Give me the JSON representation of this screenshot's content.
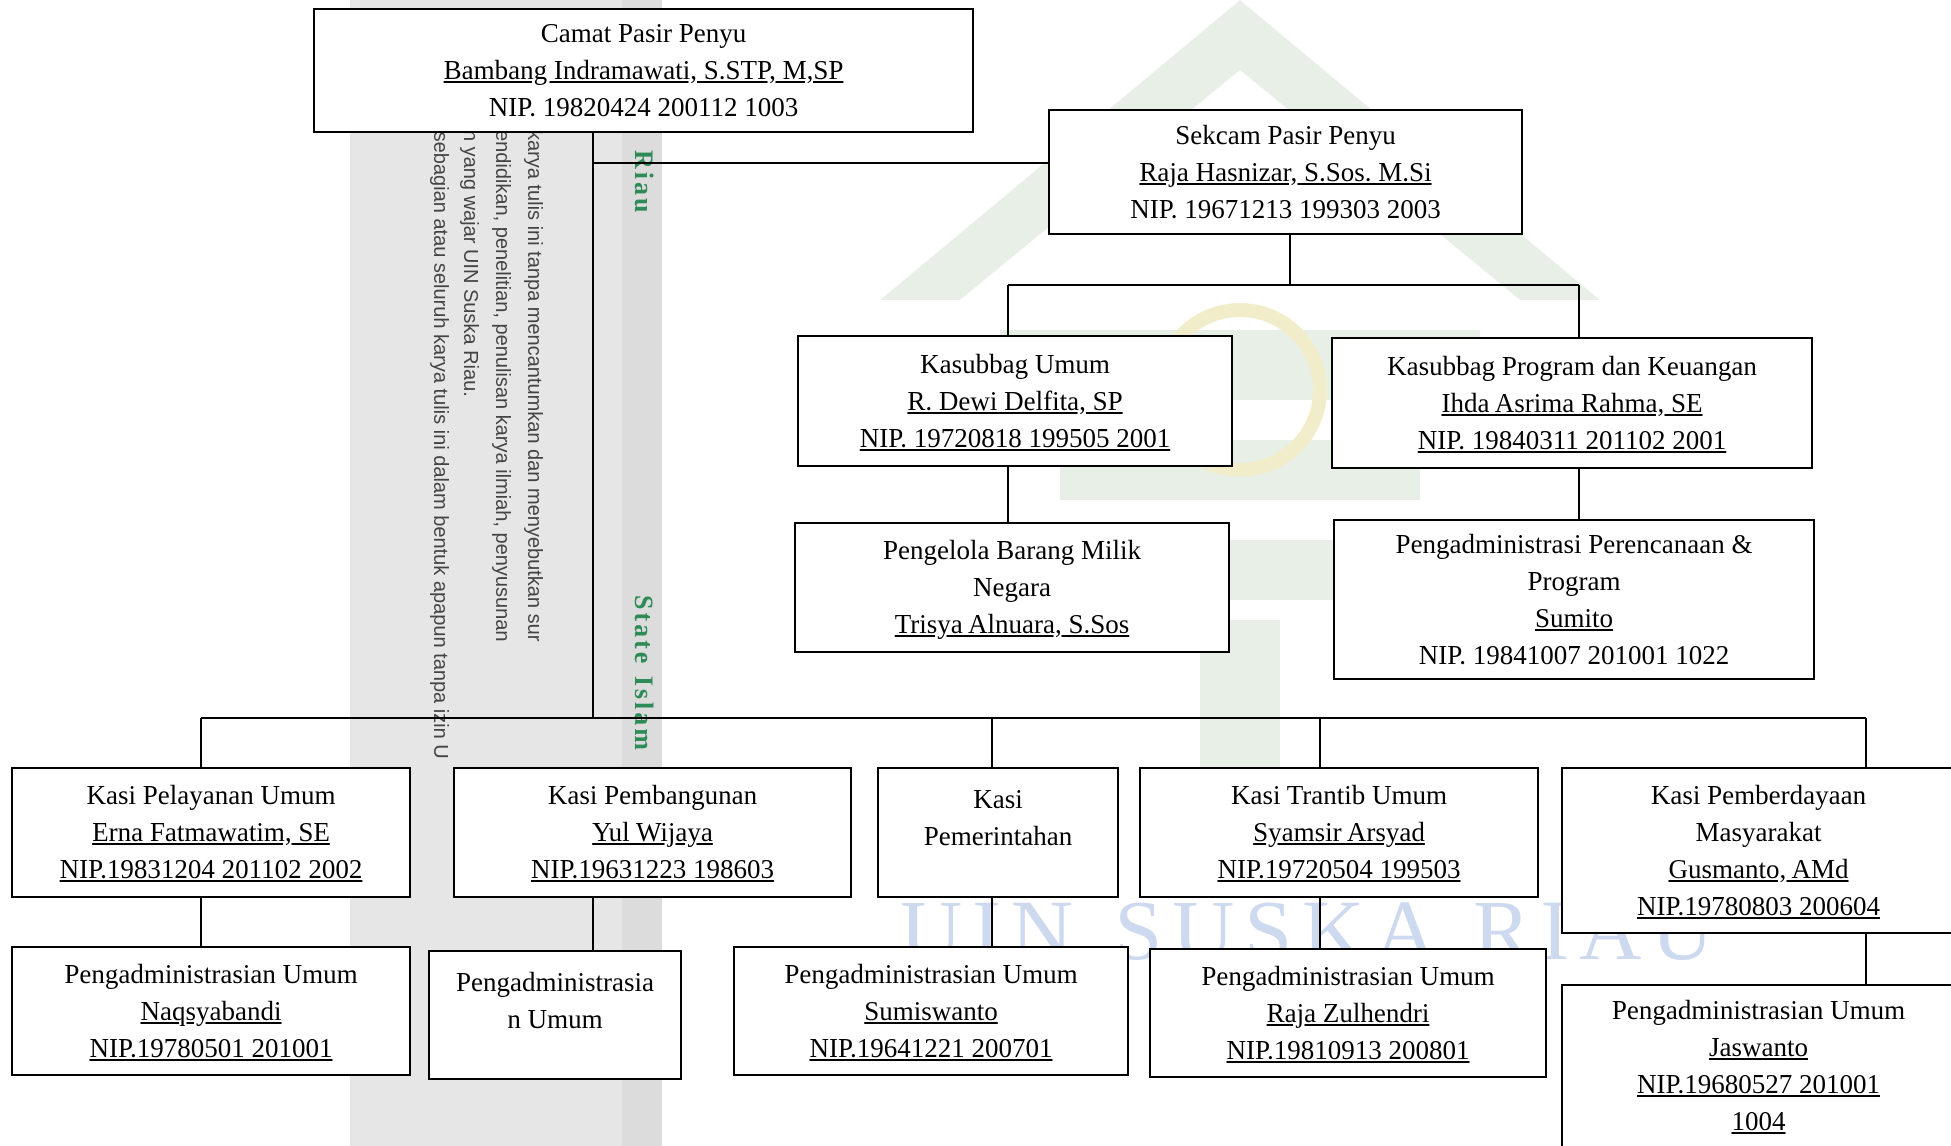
{
  "watermark": {
    "vertical_lines": [
      "yak sebagian atau seluruh karya tulis ini dalam bentuk apapun tanpa izin U",
      "n yang wajar UIN Suska Riau.",
      "endidikan, penelitian, penulisan karya ilmiah, penyusunan",
      "karya tulis ini tanpa mencantumkan dan menyebutkan sur"
    ],
    "green_text_1": "Riau",
    "green_text_2": "State Islam",
    "banner": "UIN SUSKA RIAU"
  },
  "org": {
    "camat": {
      "title": "Camat Pasir Penyu",
      "name": "Bambang Indramawati, S.STP, M,SP",
      "nip": "NIP. 19820424 200112 1003"
    },
    "sekcam": {
      "title": "Sekcam Pasir Penyu",
      "name": "Raja Hasnizar, S.Sos. M.Si",
      "nip": "NIP. 19671213 199303 2003"
    },
    "kasubbag_umum": {
      "title": "Kasubbag Umum",
      "name": "R. Dewi Delfita, SP",
      "nip": "NIP. 19720818 199505 2001"
    },
    "kasubbag_program": {
      "title": "Kasubbag Program dan Keuangan",
      "name": "Ihda Asrima Rahma, SE",
      "nip": "NIP. 19840311 201102 2001"
    },
    "pengelola_barang": {
      "title_1": "Pengelola Barang Milik",
      "title_2": "Negara",
      "name": "Trisya Alnuara, S.Sos"
    },
    "pengadm_perencanaan": {
      "title_1": "Pengadministrasi Perencanaan &",
      "title_2": "Program",
      "name": "Sumito",
      "nip": "NIP. 19841007 201001 1022"
    },
    "kasi_pelayanan": {
      "title": "Kasi Pelayanan Umum",
      "name": "Erna Fatmawatim, SE",
      "nip": "NIP.19831204 201102 2002"
    },
    "kasi_pembangunan": {
      "title": "Kasi Pembangunan",
      "name": "Yul Wijaya",
      "nip": "NIP.19631223 198603"
    },
    "kasi_pemerintahan": {
      "title_1": "Kasi",
      "title_2": "Pemerintahan"
    },
    "kasi_trantib": {
      "title": "Kasi Trantib Umum",
      "name": "Syamsir Arsyad",
      "nip": "NIP.19720504 199503"
    },
    "kasi_pemberdayaan": {
      "title_1": "Kasi Pemberdayaan",
      "title_2": "Masyarakat",
      "name": "Gusmanto, AMd",
      "nip": "NIP.19780803 200604"
    },
    "adm_1": {
      "title": "Pengadministrasian Umum",
      "name": "Naqsyabandi",
      "nip": "NIP.19780501 201001"
    },
    "adm_2": {
      "title_1": "Pengadministrasia",
      "title_2": "n Umum"
    },
    "adm_3": {
      "title": "Pengadministrasian Umum",
      "name": "Sumiswanto",
      "nip": "NIP.19641221 200701"
    },
    "adm_4": {
      "title": "Pengadministrasian Umum",
      "name": "Raja Zulhendri",
      "nip": "NIP.19810913 200801"
    },
    "adm_5": {
      "title": "Pengadministrasian Umum",
      "name": "Jaswanto",
      "nip_1": "NIP.19680527 201001",
      "nip_2": "1004"
    }
  }
}
